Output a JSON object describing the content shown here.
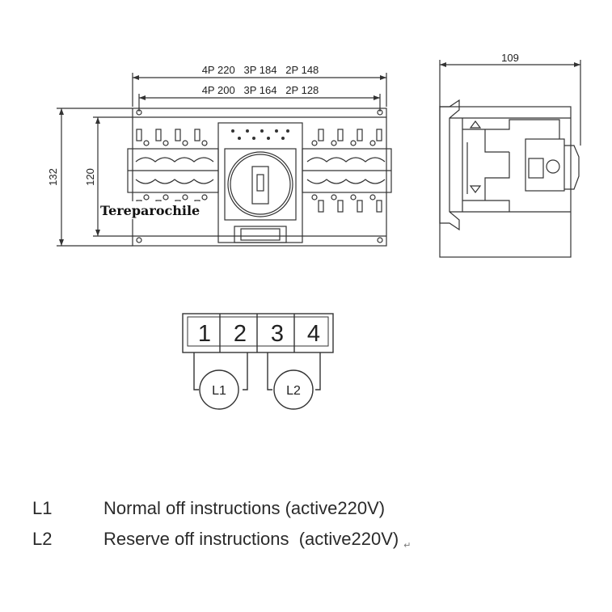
{
  "front_view": {
    "overall_width_label": "4P 220   3P 184   2P 148",
    "mount_width_label": "4P 200   3P 164   2P 128",
    "overall_height_label": "132",
    "mount_height_label": "120",
    "watermark": "Tereparochile"
  },
  "side_view": {
    "depth_label": "109"
  },
  "terminals": [
    "1",
    "2",
    "3",
    "4"
  ],
  "lamps": [
    {
      "label": "L1"
    },
    {
      "label": "L2"
    }
  ],
  "legend": [
    {
      "key": "L1",
      "text": "Normal off instructions (active220V)",
      "mark": ""
    },
    {
      "key": "L2",
      "text": "Reserve off instructions  (active220V)",
      "mark": "↵"
    }
  ]
}
